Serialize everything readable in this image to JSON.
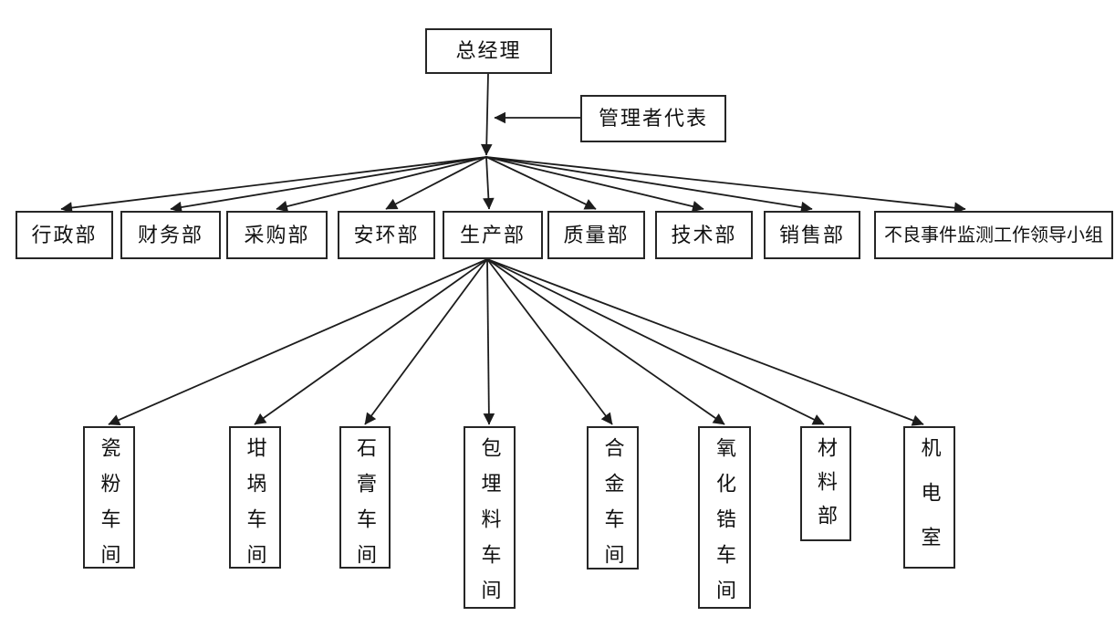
{
  "chart": {
    "type": "org-chart",
    "root": {
      "label": "总经理"
    },
    "management_representative": {
      "label": "管理者代表"
    },
    "departments": [
      {
        "label": "行政部"
      },
      {
        "label": "财务部"
      },
      {
        "label": "采购部"
      },
      {
        "label": "安环部"
      },
      {
        "label": "生产部"
      },
      {
        "label": "质量部"
      },
      {
        "label": "技术部"
      },
      {
        "label": "销售部"
      },
      {
        "label": "不良事件监测工作领导小组"
      }
    ],
    "production_subunits": [
      {
        "label": "瓷粉车间"
      },
      {
        "label": "坩埚车间"
      },
      {
        "label": "石膏车间"
      },
      {
        "label": "包埋料车间"
      },
      {
        "label": "合金车间"
      },
      {
        "label": "氧化锆车间"
      },
      {
        "label": "材料部"
      },
      {
        "label": "机电室"
      }
    ],
    "colors": {
      "line": "#1c1c1c",
      "border": "#262626",
      "background": "#ffffff",
      "text": "#111111"
    }
  }
}
